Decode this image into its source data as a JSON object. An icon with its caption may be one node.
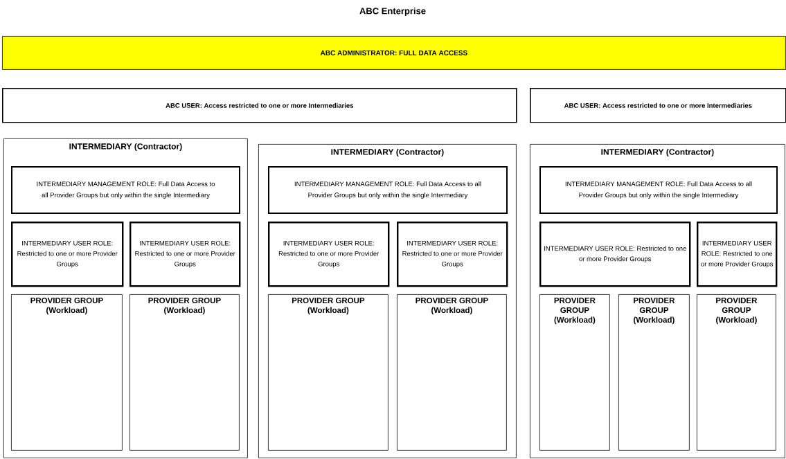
{
  "diagram": {
    "title": "ABC Enterprise",
    "nodes": [
      {
        "text": [
          "ABC ADMINISTRATOR: FULL DATA ACCESS"
        ]
      },
      {
        "text": [
          "ABC USER: Access restricted to one or more Intermediaries"
        ]
      },
      {
        "text": [
          "ABC USER: Access restricted to one or more Intermediaries"
        ]
      },
      {
        "text": [
          "INTERMEDIARY (Contractor)"
        ]
      },
      {
        "text": [
          "INTERMEDIARY MANAGEMENT ROLE: Full Data Access to all Provider Groups but only within the single Intermediary"
        ],
        "in": 3
      },
      {
        "text": [
          "INTERMEDIARY USER ROLE: Restricted to one or more Provider Groups"
        ],
        "in": 3
      },
      {
        "text": [
          "INTERMEDIARY USER ROLE: Restricted to one or more Provider Groups"
        ],
        "in": 3
      },
      {
        "text": [
          "PROVIDER GROUP (Workload)"
        ],
        "in": 3
      },
      {
        "text": [
          "PROVIDER GROUP (Workload)"
        ],
        "in": 3
      },
      {
        "text": [
          "INTERMEDIARY (Contractor)"
        ]
      },
      {
        "text": [
          "INTERMEDIARY MANAGEMENT ROLE: Full Data Access to all Provider Groups but only within the single Intermediary"
        ],
        "in": 9
      },
      {
        "text": [
          "INTERMEDIARY USER ROLE: Restricted to one or more Provider Groups"
        ],
        "in": 9
      },
      {
        "text": [
          "INTERMEDIARY USER ROLE: Restricted to one or more Provider Groups"
        ],
        "in": 9
      },
      {
        "text": [
          "PROVIDER GROUP (Workload)"
        ],
        "in": 9
      },
      {
        "text": [
          "PROVIDER GROUP (Workload)"
        ],
        "in": 9
      },
      {
        "text": [
          "INTERMEDIARY (Contractor)"
        ]
      },
      {
        "text": [
          "INTERMEDIARY MANAGEMENT ROLE: Full Data Access to all Provider Groups but only within the single Intermediary"
        ],
        "in": 15
      },
      {
        "text": [
          "INTERMEDIARY USER ROLE: Restricted to one or more Provider Groups"
        ],
        "in": 15
      },
      {
        "text": [
          "INTERMEDIARY USER ROLE: Restricted to one or more Provider Groups"
        ],
        "in": 15
      },
      {
        "text": [
          "PROVIDER GROUP (Workload)"
        ],
        "in": 15
      },
      {
        "text": [
          "PROVIDER GROUP (Workload)"
        ],
        "in": 15
      },
      {
        "text": [
          "PROVIDER GROUP (Workload)"
        ],
        "in": 15
      }
    ]
  }
}
